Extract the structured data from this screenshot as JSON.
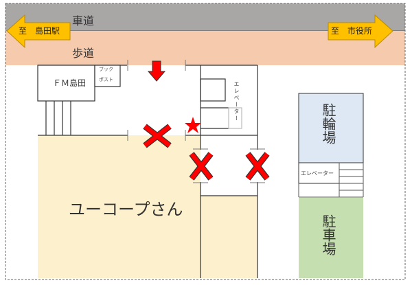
{
  "roads": {
    "roadway_label": "車道",
    "sidewalk_label": "歩道"
  },
  "directions": {
    "left_label": "至　島田駅",
    "right_label": "至　市役所"
  },
  "buildings": {
    "fm_shimada": "ＦＭ島田",
    "book_post_line1": "ブック",
    "book_post_line2": "ポスト",
    "elevator_main": "エレベーター",
    "coop_store": "ユーコープさん",
    "bicycle_parking": "駐輪場",
    "elevator_parking": "エレベーター",
    "car_parking": "駐車場"
  },
  "colors": {
    "roadway": "#a9a6a6",
    "sidewalk": "#f6caad",
    "arrow_yellow": "#ffc000",
    "store": "#fdf0cd",
    "bicycle": "#dde8f4",
    "car": "#c6dfb0",
    "marker_red": "#ff0000"
  },
  "markers": {
    "entrance_arrow": "down-arrow",
    "current_location": "star",
    "closed_doors": 3
  }
}
